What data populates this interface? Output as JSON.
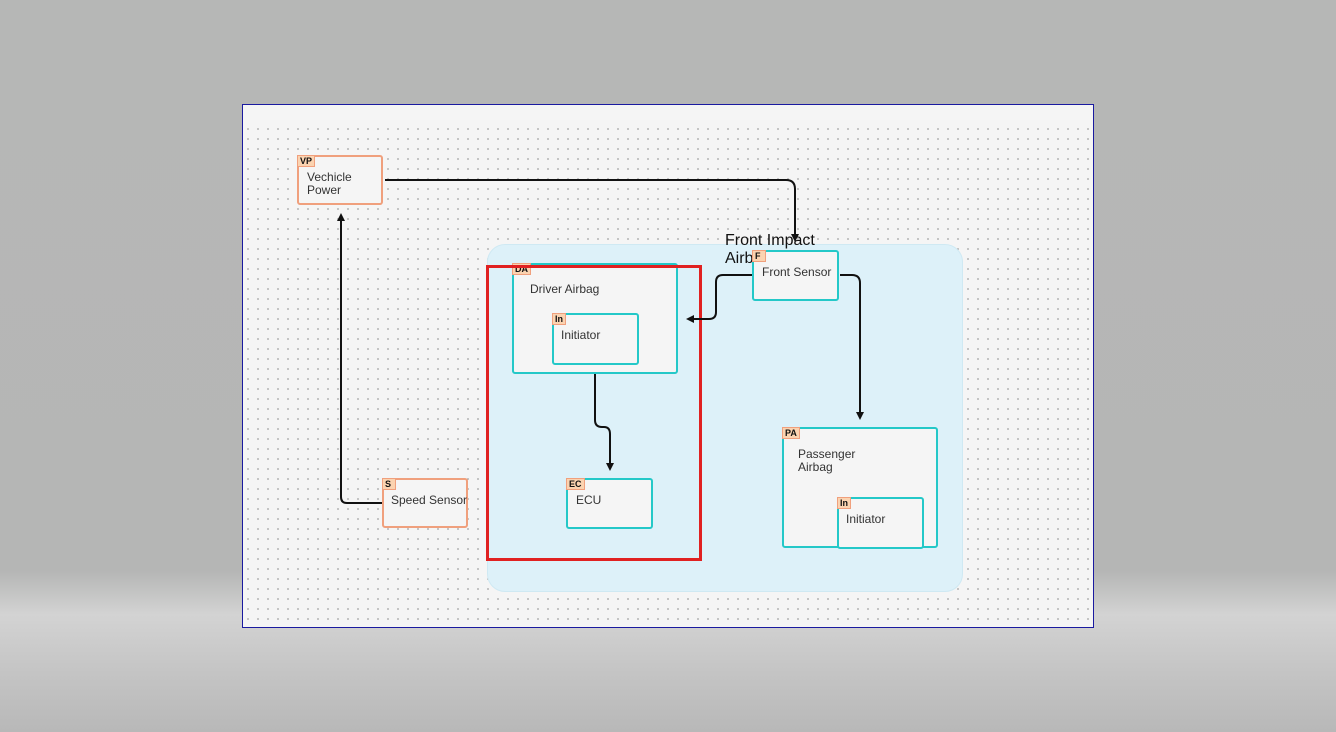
{
  "diagram": {
    "group": {
      "title": "Front Impact Airbag Sys"
    },
    "nodes": {
      "vehicle_power": {
        "tag": "VP",
        "label": "Vechicle Power"
      },
      "speed_sensor": {
        "tag": "S",
        "label": "Speed Sensor"
      },
      "front_sensor": {
        "tag": "F",
        "label": "Front Sensor"
      },
      "driver_airbag": {
        "tag": "DA",
        "label": "Driver Airbag"
      },
      "driver_initiator": {
        "tag": "In",
        "label": "Initiator"
      },
      "ecu": {
        "tag": "EC",
        "label": "ECU"
      },
      "passenger_airbag": {
        "tag": "PA",
        "label": "Passenger Airbag"
      },
      "passenger_initiator": {
        "tag": "In",
        "label": "Initiator"
      }
    },
    "connections": [
      {
        "from": "Speed Sensor",
        "to": "Vechicle Power"
      },
      {
        "from": "Vechicle Power",
        "to": "Front Sensor"
      },
      {
        "from": "Front Sensor",
        "to": "Driver Airbag"
      },
      {
        "from": "Front Sensor",
        "to": "Passenger Airbag"
      },
      {
        "from": "Driver Airbag",
        "to": "ECU"
      }
    ],
    "colors": {
      "external_node_border": "#f0a07d",
      "internal_node_border": "#24c8c8",
      "group_fill": "#ddf1f9",
      "selection": "#e02121",
      "frame_border": "#1a1aa0"
    }
  }
}
